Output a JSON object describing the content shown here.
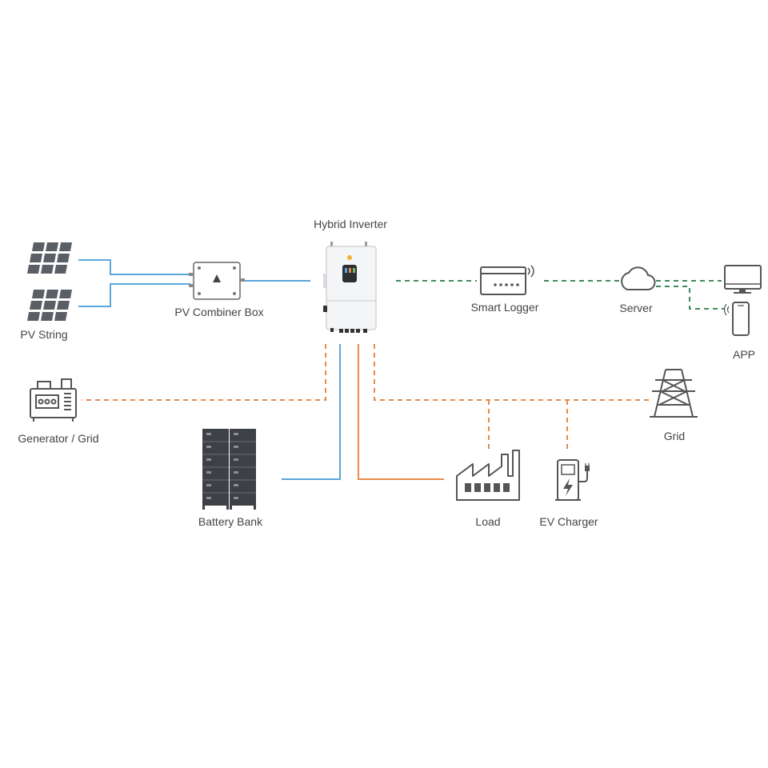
{
  "labels": {
    "hybrid_inverter": "Hybrid Inverter",
    "pv_string": "PV String",
    "pv_combiner_box": "PV Combiner Box",
    "smart_logger": "Smart Logger",
    "server": "Server",
    "app": "APP",
    "generator_grid": "Generator / Grid",
    "grid": "Grid",
    "battery_bank": "Battery Bank",
    "load": "Load",
    "ev_charger": "EV Charger"
  },
  "colors": {
    "dc_line": "#5aa7dc",
    "ac_line": "#e88a4b",
    "comm_line": "#3f8a5c",
    "icon_stroke": "#555555",
    "panel_fill": "#5a5f66",
    "battery_fill": "#3d4045",
    "label_text": "#444444"
  },
  "icons": {
    "pv_string": "solar-panel-icon",
    "pv_combiner_box": "combiner-box-icon",
    "hybrid_inverter": "inverter-icon",
    "smart_logger": "logger-icon",
    "server": "cloud-icon",
    "app_monitor": "monitor-icon",
    "app_phone": "smartphone-icon",
    "generator": "generator-icon",
    "grid": "transmission-tower-icon",
    "battery_bank": "battery-rack-icon",
    "load": "factory-icon",
    "ev_charger": "ev-charger-icon"
  }
}
